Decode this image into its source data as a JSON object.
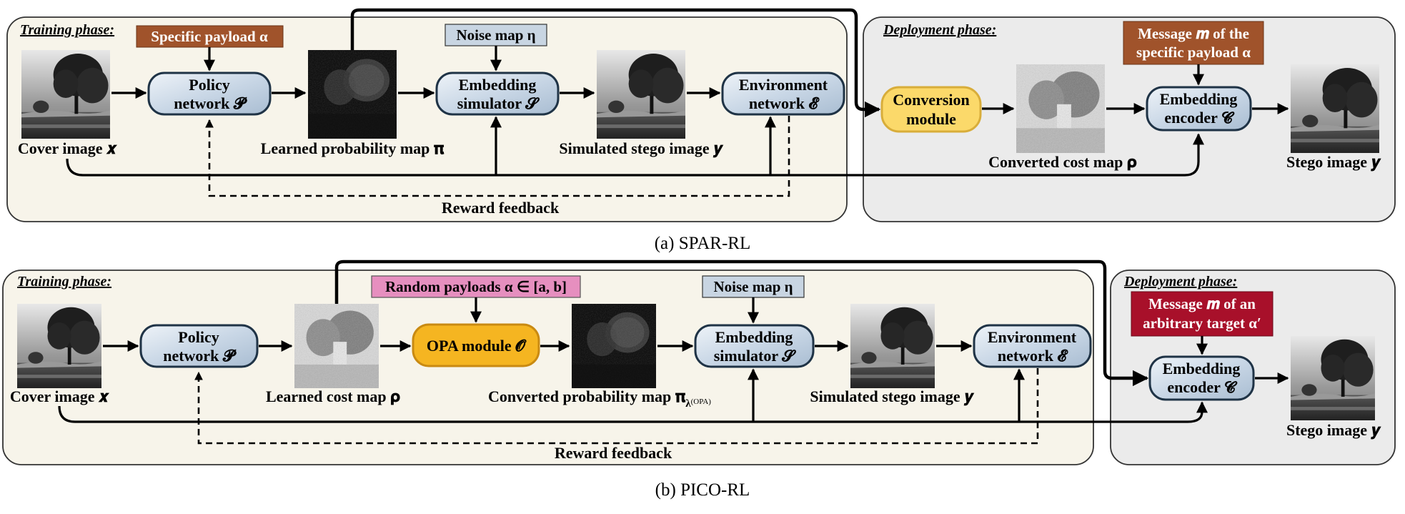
{
  "a": {
    "caption": "(a)  SPAR-RL",
    "training_phase": "Training phase:",
    "deployment_phase": "Deployment phase:",
    "specific_payload": "Specific payload α",
    "noise_map": "Noise map η",
    "policy": [
      "Policy",
      "network 𝓟"
    ],
    "embedding_simulator": [
      "Embedding",
      "simulator 𝓢"
    ],
    "environment": [
      "Environment",
      "network 𝓔"
    ],
    "conversion": [
      "Conversion",
      "module"
    ],
    "embedding_encoder": [
      "Embedding",
      "encoder 𝓒"
    ],
    "message": [
      "Message 𝒎 of the",
      "specific payload α"
    ],
    "cover_image": "Cover image 𝒙",
    "learned_prob_map": "Learned probability map 𝛑",
    "simulated_stego": "Simulated stego image 𝒚",
    "converted_cost_map": "Converted cost map 𝛒",
    "stego_image": "Stego image 𝒚",
    "reward_feedback": "Reward feedback"
  },
  "b": {
    "caption": "(b)  PICO-RL",
    "training_phase": "Training phase:",
    "deployment_phase": "Deployment phase:",
    "random_payloads": "Random payloads α ∈ [a, b]",
    "noise_map": "Noise map η",
    "policy": [
      "Policy",
      "network 𝓟"
    ],
    "opa": "OPA module 𝓞",
    "embedding_simulator": [
      "Embedding",
      "simulator 𝓢"
    ],
    "environment": [
      "Environment",
      "network 𝓔"
    ],
    "embedding_encoder": [
      "Embedding",
      "encoder 𝓒"
    ],
    "message": [
      "Message 𝒎 of an",
      "arbitrary target α′"
    ],
    "cover_image": "Cover image 𝒙",
    "learned_cost_map": "Learned cost map 𝛒",
    "converted_prob_map": "Converted probability map 𝛑",
    "converted_prob_map_sub": "λ",
    "converted_prob_map_sup": "(OPA)",
    "simulated_stego": "Simulated stego image 𝒚",
    "stego_image": "Stego image 𝒚",
    "reward_feedback": "Reward feedback"
  },
  "colors": {
    "panel_training": "#f7f4ea",
    "panel_deployment": "#ebebeb",
    "payload_brown": "#a0532b",
    "payload_pink": "#e68fbf",
    "noise_blue": "#c8d5e2",
    "message_red": "#a8102a",
    "conversion_yellow": "#fbd96a",
    "opa_orange": "#f5b521",
    "node_blue": "#c9d7e6"
  },
  "icons": [
    "grayscale-tree-photo",
    "dark-probability-map",
    "noisy-cost-map"
  ]
}
